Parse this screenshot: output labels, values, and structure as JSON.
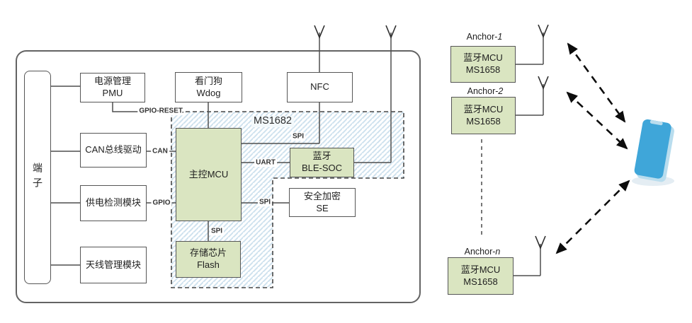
{
  "diagram": {
    "terminal_label": "端子",
    "soc_region_label": "MS1682",
    "boxes": {
      "pmu": {
        "line1": "电源管理",
        "line2": "PMU"
      },
      "watchdog": {
        "line1": "看门狗",
        "line2": "Wdog"
      },
      "nfc": {
        "line1": "NFC"
      },
      "can_driver": {
        "line1": "CAN总线驱动"
      },
      "power_detect": {
        "line1": "供电检测模块"
      },
      "antenna_mgmt": {
        "line1": "天线管理模块"
      },
      "main_mcu": {
        "line1": "主控MCU"
      },
      "ble_soc": {
        "line1": "蓝牙",
        "line2": "BLE-SOC"
      },
      "secure_element": {
        "line1": "安全加密",
        "line2": "SE"
      },
      "flash": {
        "line1": "存储芯片",
        "line2": "Flash"
      }
    },
    "bus_labels": {
      "gpio_reset": "GPIO-RESET.",
      "can": "CAN",
      "gpio": "GPIO",
      "spi_nfc": "SPI",
      "uart": "UART",
      "spi_se": "SPI",
      "spi_flash": "SPI"
    }
  },
  "anchors": [
    {
      "name_prefix": "Anchor-",
      "name_index": "1",
      "chip_line1": "蓝牙MCU",
      "chip_line2": "MS1658"
    },
    {
      "name_prefix": "Anchor-",
      "name_index": "2",
      "chip_line1": "蓝牙MCU",
      "chip_line2": "MS1658"
    },
    {
      "name_prefix": "Anchor-",
      "name_index": "n",
      "chip_line1": "蓝牙MCU",
      "chip_line2": "MS1658"
    }
  ],
  "colors": {
    "module_green": "#dae5c1",
    "hatch_blue": "#cfe2ee",
    "line_gray": "#4f4f4f",
    "arrow_black": "#0d0d0d",
    "phone_screen": "#3fa6d9",
    "phone_frame": "#b9ddee"
  }
}
